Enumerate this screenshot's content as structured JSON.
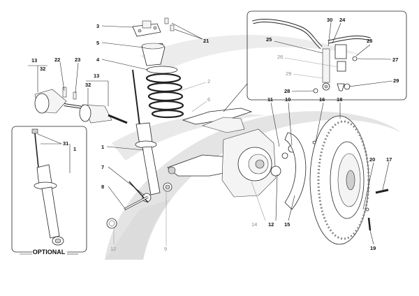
{
  "diagram": {
    "caption": "OPTIONAL",
    "labels": [
      {
        "id": "3",
        "text": "3"
      },
      {
        "id": "21",
        "text": "21"
      },
      {
        "id": "5",
        "text": "5"
      },
      {
        "id": "4",
        "text": "4"
      },
      {
        "id": "2",
        "text": "2"
      },
      {
        "id": "6",
        "text": "6"
      },
      {
        "id": "13a",
        "text": "13"
      },
      {
        "id": "32a",
        "text": "32"
      },
      {
        "id": "22",
        "text": "22"
      },
      {
        "id": "23",
        "text": "23"
      },
      {
        "id": "13b",
        "text": "13"
      },
      {
        "id": "32b",
        "text": "32"
      },
      {
        "id": "31",
        "text": "31"
      },
      {
        "id": "1a",
        "text": "1"
      },
      {
        "id": "1b",
        "text": "1"
      },
      {
        "id": "7",
        "text": "7"
      },
      {
        "id": "8",
        "text": "8"
      },
      {
        "id": "12a",
        "text": "12"
      },
      {
        "id": "9",
        "text": "9"
      },
      {
        "id": "14",
        "text": "14"
      },
      {
        "id": "12b",
        "text": "12"
      },
      {
        "id": "15",
        "text": "15"
      },
      {
        "id": "11",
        "text": "11"
      },
      {
        "id": "10",
        "text": "10"
      },
      {
        "id": "16",
        "text": "16"
      },
      {
        "id": "18",
        "text": "18"
      },
      {
        "id": "20",
        "text": "20"
      },
      {
        "id": "17",
        "text": "17"
      },
      {
        "id": "19",
        "text": "19"
      },
      {
        "id": "30",
        "text": "30"
      },
      {
        "id": "24",
        "text": "24"
      },
      {
        "id": "25",
        "text": "25"
      },
      {
        "id": "26",
        "text": "26"
      },
      {
        "id": "28a",
        "text": "28"
      },
      {
        "id": "27",
        "text": "27"
      },
      {
        "id": "29a",
        "text": "29"
      },
      {
        "id": "28b",
        "text": "28"
      },
      {
        "id": "29b",
        "text": "29"
      }
    ]
  }
}
